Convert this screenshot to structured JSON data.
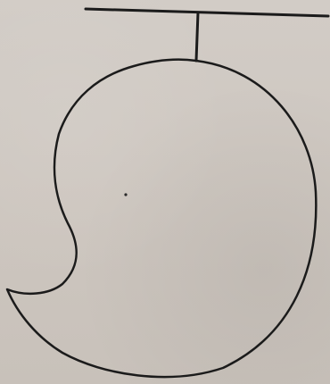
{
  "colors": {
    "paper": "#cfc9c3",
    "ink": "#1b1b1b"
  },
  "diagram": {
    "elements": [
      "horizontal-bar",
      "vertical-stem",
      "kidney-shaped-outline",
      "center-dot"
    ]
  }
}
